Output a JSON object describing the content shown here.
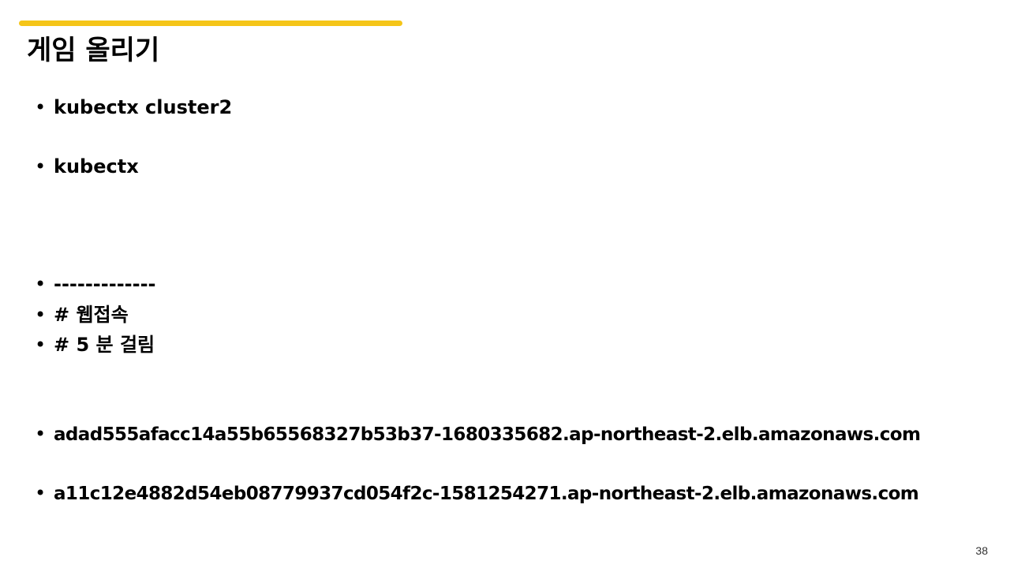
{
  "colors": {
    "accent": "#F5C518",
    "text": "#000000"
  },
  "title": "게임 올리기",
  "bullet_symbol": "•",
  "bullets": [
    "kubectx cluster2",
    "kubectx",
    "-------------",
    "# 웹접속",
    "# 5 분 걸림",
    "adad555afacc14a55b65568327b53b37-1680335682.ap-northeast-2.elb.amazonaws.com",
    "a11c12e4882d54eb08779937cd054f2c-1581254271.ap-northeast-2.elb.amazonaws.com"
  ],
  "page_number": "38"
}
